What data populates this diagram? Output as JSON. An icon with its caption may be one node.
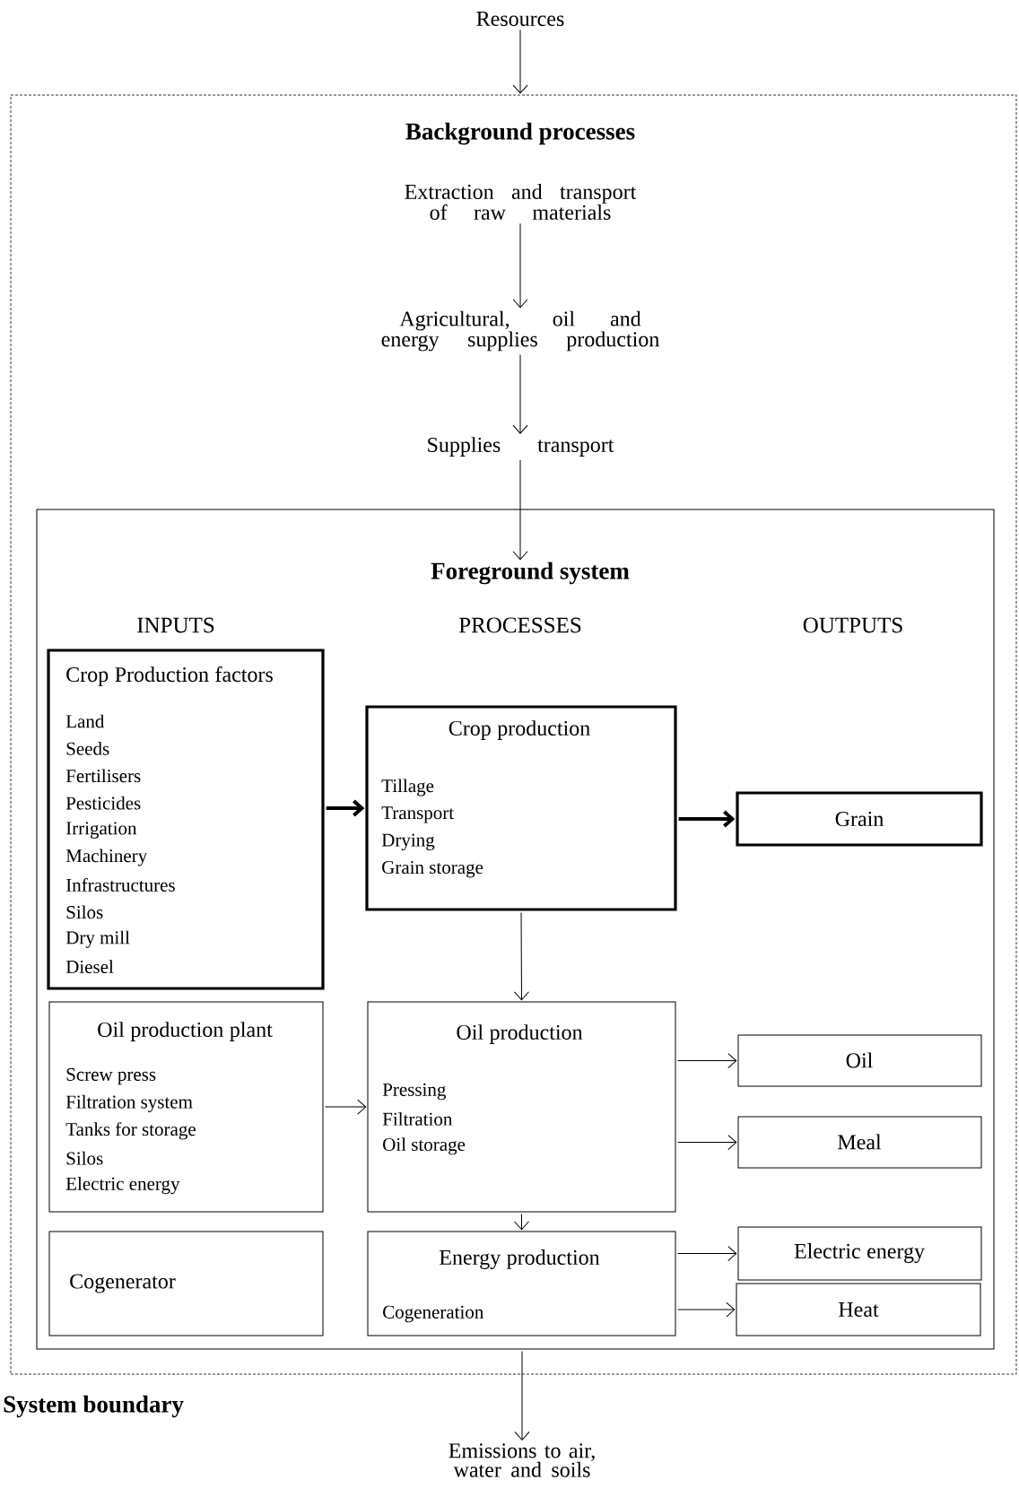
{
  "diagram": {
    "nodes": [
      {
        "text": [
          "Resources"
        ]
      },
      {
        "text": [
          "Background processes",
          "System boundary"
        ]
      },
      {
        "text": [
          "Extraction and transport of raw materials"
        ],
        "in": 1
      },
      {
        "text": [
          "Agricultural, oil and energy supplies production"
        ],
        "in": 1
      },
      {
        "text": [
          "Supplies transport"
        ],
        "in": 1
      },
      {
        "text": [
          "Foreground system"
        ],
        "in": 1
      },
      {
        "text": [
          "Crop Production factors",
          "Land",
          "Seeds",
          "Fertilisers",
          "Pesticides",
          "Irrigation",
          "Machinery",
          "Infrastructures",
          "Silos",
          "Dry mill",
          "Diesel"
        ],
        "in": 5
      },
      {
        "text": [
          "Crop production",
          "Tillage",
          "Transport",
          "Drying",
          "Grain storage"
        ],
        "in": 5
      },
      {
        "text": [
          "Grain"
        ],
        "in": 5
      },
      {
        "text": [
          "Oil production plant",
          "Screw press",
          "Filtration system",
          "Tanks for storage",
          "Silos",
          "Electric energy"
        ],
        "in": 5
      },
      {
        "text": [
          "Oil production",
          "Pressing",
          "Filtration",
          "Oil storage"
        ],
        "in": 5
      },
      {
        "text": [
          "Oil"
        ],
        "in": 5
      },
      {
        "text": [
          "Meal"
        ],
        "in": 5
      },
      {
        "text": [
          "Cogenerator"
        ],
        "in": 5
      },
      {
        "text": [
          "Energy production",
          "Cogeneration"
        ],
        "in": 5
      },
      {
        "text": [
          "Electric energy"
        ],
        "in": 5
      },
      {
        "text": [
          "Heat"
        ],
        "in": 5
      },
      {
        "text": [
          "Emissions to air, water and soils"
        ]
      }
    ],
    "edges": [
      {
        "from": 0,
        "to": 1,
        "arrow": "to"
      },
      {
        "from": 2,
        "to": 3,
        "arrow": "to"
      },
      {
        "from": 3,
        "to": 4,
        "arrow": "to"
      },
      {
        "from": 4,
        "to": 5,
        "arrow": "to"
      },
      {
        "from": 6,
        "to": 7,
        "arrow": "to",
        "style": "thick"
      },
      {
        "from": 7,
        "to": 8,
        "arrow": "to",
        "style": "thick"
      },
      {
        "from": 7,
        "to": 10,
        "arrow": "to"
      },
      {
        "from": 9,
        "to": 10,
        "arrow": "to"
      },
      {
        "from": 10,
        "to": 11,
        "arrow": "to"
      },
      {
        "from": 10,
        "to": 12,
        "arrow": "to"
      },
      {
        "from": 10,
        "to": 14,
        "arrow": "to"
      },
      {
        "from": 14,
        "to": 15,
        "arrow": "to"
      },
      {
        "from": 14,
        "to": 16,
        "arrow": "to"
      },
      {
        "from": 5,
        "to": 17,
        "arrow": "to"
      }
    ],
    "labels": [
      "INPUTS",
      "PROCESSES",
      "OUTPUTS"
    ]
  }
}
